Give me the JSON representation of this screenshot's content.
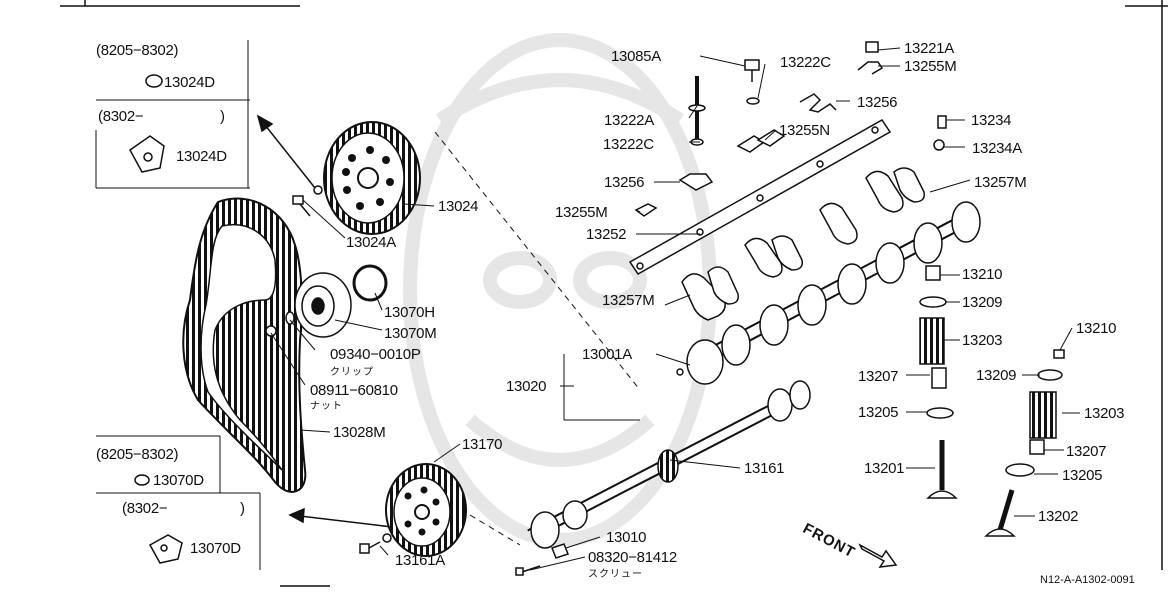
{
  "diagram_code": "N12-A-A1302-0091",
  "front_label": "FRONT",
  "variants": {
    "top_early": {
      "range": "(8205−8302)",
      "part": "13024D"
    },
    "top_late": {
      "range": "(8302−",
      "close": ")",
      "part": "13024D"
    },
    "bottom_early": {
      "range": "(8205−8302)",
      "part": "13070D"
    },
    "bottom_late": {
      "range": "(8302−",
      "close": ")",
      "part": "13070D"
    }
  },
  "parts": {
    "p13085A": "13085A",
    "p13222C_top": "13222C",
    "p13221A": "13221A",
    "p13255M_top": "13255M",
    "p13256_top": "13256",
    "p13222A": "13222A",
    "p13255N": "13255N",
    "p13234": "13234",
    "p13222C_mid": "13222C",
    "p13234A": "13234A",
    "p13256_mid": "13256",
    "p13257M_right": "13257M",
    "p13255M_mid": "13255M",
    "p13252": "13252",
    "p13024": "13024",
    "p13024A": "13024A",
    "p13070H": "13070H",
    "p13070M": "13070M",
    "p09340": "09340−0010P",
    "p09340_note": "クリップ",
    "p08911": "08911−60810",
    "p08911_note": "ナット",
    "p13028M": "13028M",
    "p13210_a": "13210",
    "p13209_a": "13209",
    "p13203_a": "13203",
    "p13257M_left": "13257M",
    "p13001A": "13001A",
    "p13020": "13020",
    "p13207_a": "13207",
    "p13205_a": "13205",
    "p13201": "13201",
    "p13210_b": "13210",
    "p13209_b": "13209",
    "p13203_b": "13203",
    "p13207_b": "13207",
    "p13205_b": "13205",
    "p13202": "13202",
    "p13170": "13170",
    "p13161": "13161",
    "p13010": "13010",
    "p08320": "08320−81412",
    "p08320_note": "スクリュー",
    "p13161A": "13161A"
  }
}
